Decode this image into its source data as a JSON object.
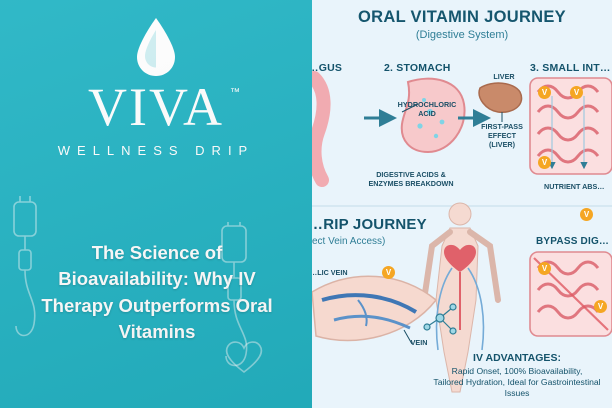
{
  "brand": {
    "logo_icon": "water-drop-icon",
    "name": "VIVA",
    "trademark": "™",
    "tagline": "WELLNESS DRIP"
  },
  "headline": "The Science of Bioavailability: Why IV Therapy Outperforms Oral Vitamins",
  "decor": {
    "left_icon": "iv-drip-bag-icon",
    "right_icon": "iv-drip-bag-icon",
    "heart_icon": "heart-outline-icon"
  },
  "infographic": {
    "title": "ORAL VITAMIN JOURNEY",
    "subtitle": "(Digestive System)",
    "steps": [
      {
        "label": "…GUS"
      },
      {
        "label": "2. STOMACH"
      },
      {
        "label": "3. SMALL INT…"
      }
    ],
    "callouts": {
      "hydrochloric_acid": "HYDROCHLORIC\nACID",
      "liver": "LIVER",
      "first_pass": "FIRST-PASS\nEFFECT\n(LIVER)",
      "digestive_acids": "DIGESTIVE ACIDS &\nENZYMES BREAKDOWN",
      "nutrient_absorption": "NUTRIENT ABS…",
      "bypass": "BYPASS DIG…"
    },
    "drip_section": {
      "title": "…RIP JOURNEY",
      "subtitle": "…ect Vein Access)",
      "clavicular_vein": "…LIC VEIN",
      "vein": "VEIN"
    },
    "advantages": {
      "title": "IV ADVANTAGES:",
      "lines": [
        "Rapid Onset, 100% Bioavailability,",
        "Tailored Hydration, Ideal for Gastrointestinal Issues"
      ]
    },
    "vitamin_badge_letter": "V"
  },
  "colors": {
    "teal": "#24b4c4",
    "infographic_bg": "#e9f4fb",
    "deep_blue": "#14536b",
    "accent_orange": "#f5a623",
    "organ_pink": "#f2a3a8",
    "vein_blue": "#3f77b5"
  }
}
